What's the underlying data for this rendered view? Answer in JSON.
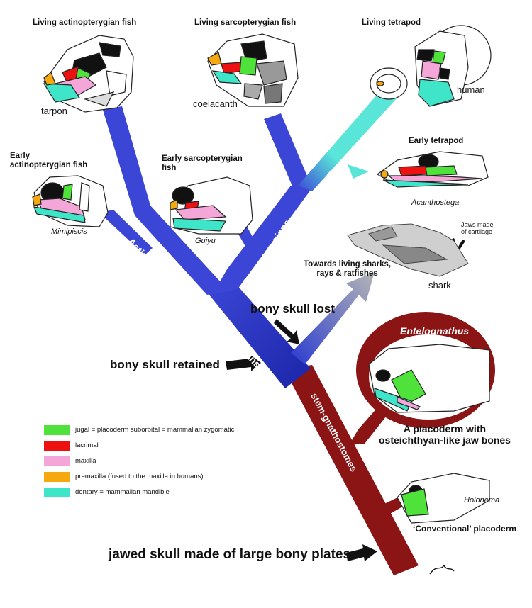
{
  "colors": {
    "actino_branch": "#3b46d6",
    "sarco_branch": "#3b46d6",
    "tetrapod_branch": "#59e6d8",
    "stem_branch": "#8b1414",
    "arrow_grey": "#a9a9a9",
    "jugal": "#4ee23a",
    "lacrimal": "#ee1111",
    "maxilla": "#f4a6d8",
    "premaxilla": "#f5a90f",
    "dentary": "#3fe5c8"
  },
  "headings": {
    "living_actino": "Living actinopterygian fish",
    "living_sarco": "Living sarcopterygian fish",
    "living_tetrapod": "Living tetrapod",
    "early_actino": "Early\nactinopterygian fish",
    "early_sarco": "Early sarcopterygian\nfish",
    "early_tetrapod": "Early tetrapod"
  },
  "names": {
    "tarpon": "tarpon",
    "coelacanth": "coelacanth",
    "human": "human",
    "mimipiscis": "Mimipiscis",
    "guiyu": "Guiyu",
    "acanthostega": "Acanthostega",
    "shark": "shark",
    "holonema": "Holonema",
    "entelognathus": "Entelognathus"
  },
  "branch_labels": {
    "actinopterygians": "Actinopterygians",
    "sarcopterygians": "Sarcopterygians",
    "tetrapods": "Tetrapods",
    "osteichthyians": "Osteichthyians",
    "stem_gnathostomes": "stem-gnathostomes"
  },
  "annotations": {
    "jaws_cartilage": "Jaws made\nof cartilage",
    "towards_sharks": "Towards living sharks,\nrays & ratfishes",
    "bony_skull_lost": "bony skull lost",
    "bony_skull_retained": "bony skull retained",
    "placoderm_jaw": "A placoderm with\nosteichthyan-like jaw bones",
    "conventional_placoderm": "‘Conventional’ placoderm",
    "jawed_skull": "jawed skull made of large bony plates"
  },
  "legend": [
    {
      "color": "#4ee23a",
      "text": "jugal = placoderm suborbital = mammalian zygomatic"
    },
    {
      "color": "#ee1111",
      "text": "lacrimal"
    },
    {
      "color": "#f4a6d8",
      "text": "maxilla"
    },
    {
      "color": "#f5a90f",
      "text": "premaxilla (fused to the maxilla in humans)"
    },
    {
      "color": "#3fe5c8",
      "text": "dentary = mammalian mandible"
    }
  ]
}
